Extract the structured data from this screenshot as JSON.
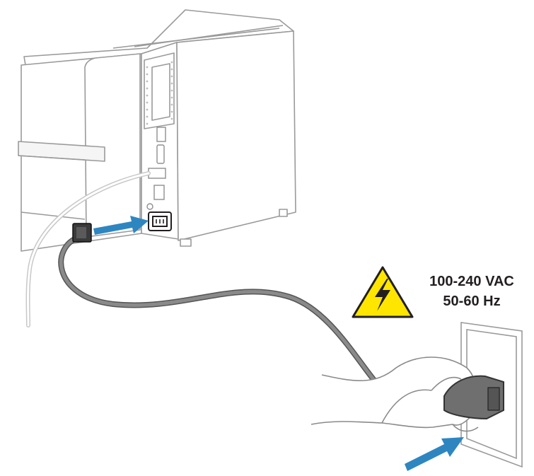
{
  "power_rating": {
    "voltage": "100-240 VAC",
    "frequency": "50-60 Hz"
  },
  "colors": {
    "arrow": "#2e86c1",
    "warning_fill": "#ffe600",
    "cord": "#8a8a8a",
    "outline": "#9a9a9a"
  },
  "icons": [
    "printer-illustration",
    "power-cord",
    "insert-arrow-icon",
    "electrical-hazard-icon",
    "wall-outlet",
    "hand-illustration"
  ]
}
